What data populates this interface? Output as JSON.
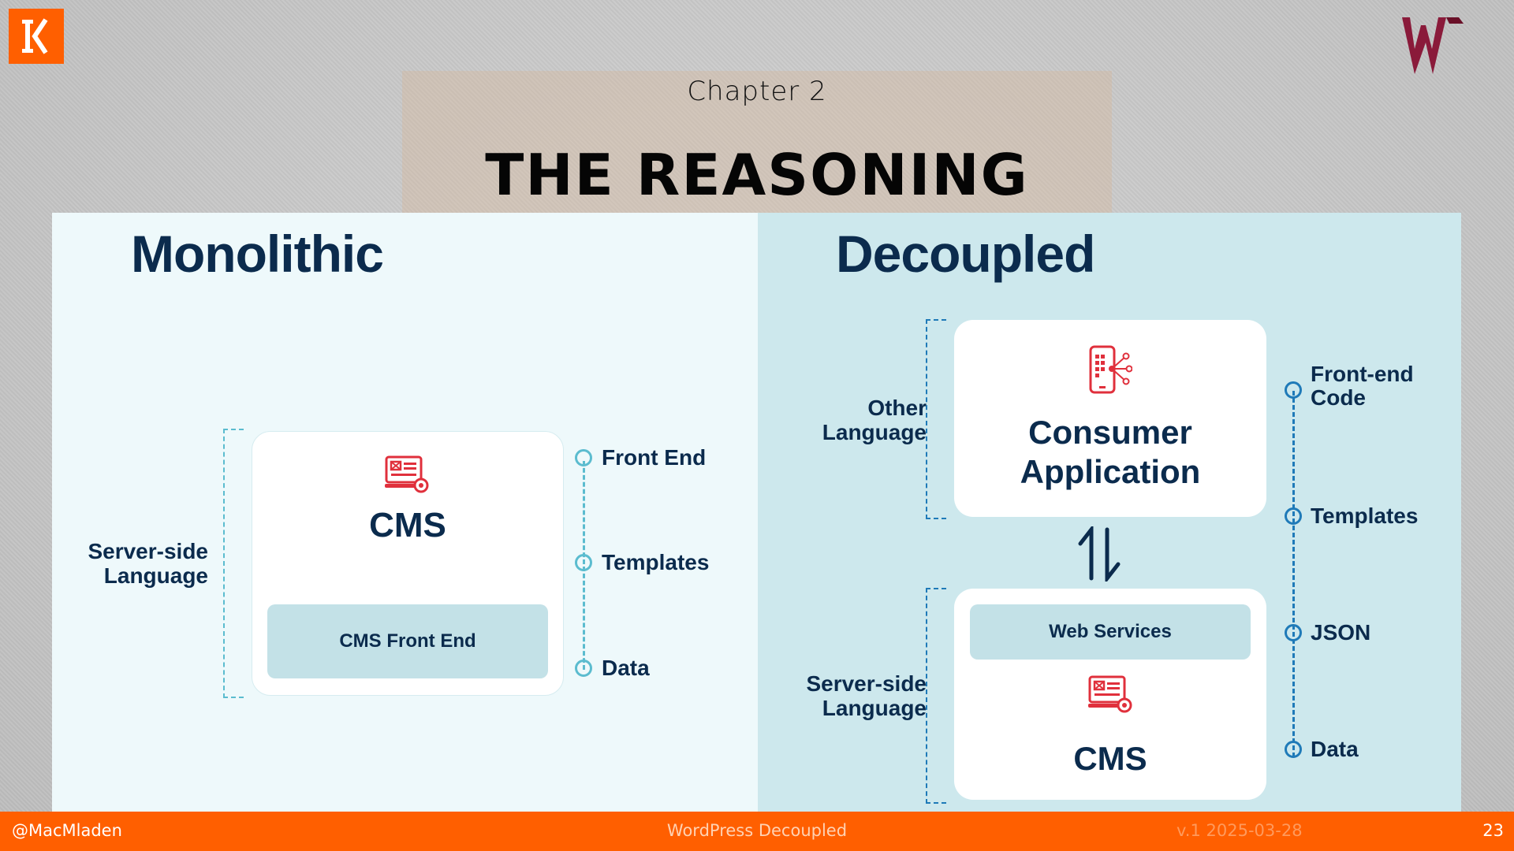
{
  "header": {
    "chapter": "Chapter 2",
    "title": "THE REASONING"
  },
  "monolithic": {
    "heading": "Monolithic",
    "side_label_line1": "Server-side",
    "side_label_line2": "Language",
    "card_title": "CMS",
    "inner_bar": "CMS Front End",
    "layers": [
      "Front End",
      "Templates",
      "Data"
    ]
  },
  "decoupled": {
    "heading": "Decoupled",
    "top_side_label_line1": "Other",
    "top_side_label_line2": "Language",
    "top_card_title_line1": "Consumer",
    "top_card_title_line2": "Application",
    "bottom_side_label_line1": "Server-side",
    "bottom_side_label_line2": "Language",
    "bottom_inner_bar": "Web Services",
    "bottom_card_title": "CMS",
    "layer_frontend_line1": "Front-end",
    "layer_frontend_line2": "Code",
    "layers": [
      "Templates",
      "JSON",
      "Data"
    ]
  },
  "footer": {
    "handle": "@MacMladen",
    "talk": "WordPress Decoupled",
    "version": "v.1 2025-03-28",
    "page": "23"
  },
  "colors": {
    "accent_orange": "#ff5f00",
    "navy": "#0b2b4d",
    "icon_red": "#e0303c",
    "teal_left": "#5bbccf",
    "blue_right": "#1f7ab8"
  }
}
